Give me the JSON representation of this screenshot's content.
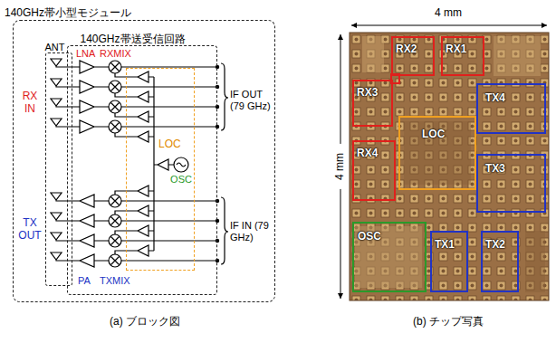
{
  "diagram": {
    "nodes": [
      {
        "text": [
          "140GHz帯小型モジュール"
        ]
      },
      {
        "text": [
          "ANT"
        ],
        "in": 0
      },
      {
        "text": [
          "140GHz帯送受信回路"
        ],
        "in": 0
      },
      {
        "text": [
          "LOC"
        ],
        "in": 2
      },
      {
        "text": [
          "RX2"
        ]
      },
      {
        "text": [
          "RX1"
        ]
      },
      {
        "text": [
          "RX3"
        ]
      },
      {
        "text": [
          "LOC"
        ]
      },
      {
        "text": [
          "TX4"
        ]
      },
      {
        "text": [
          "RX4"
        ]
      },
      {
        "text": [
          "TX3"
        ]
      },
      {
        "text": [
          "OSC"
        ]
      },
      {
        "text": [
          "TX1"
        ]
      },
      {
        "text": [
          "TX2"
        ]
      }
    ],
    "labels": [
      "RX IN",
      "LNA",
      "RXMIX",
      "IF OUT (79 GHz)",
      "OSC",
      "TX OUT",
      "IF IN (79 GHz)",
      "PA",
      "TXMIX",
      "4 mm",
      "4 mm",
      "(a) ブロック図",
      "(b) チップ写真"
    ]
  }
}
